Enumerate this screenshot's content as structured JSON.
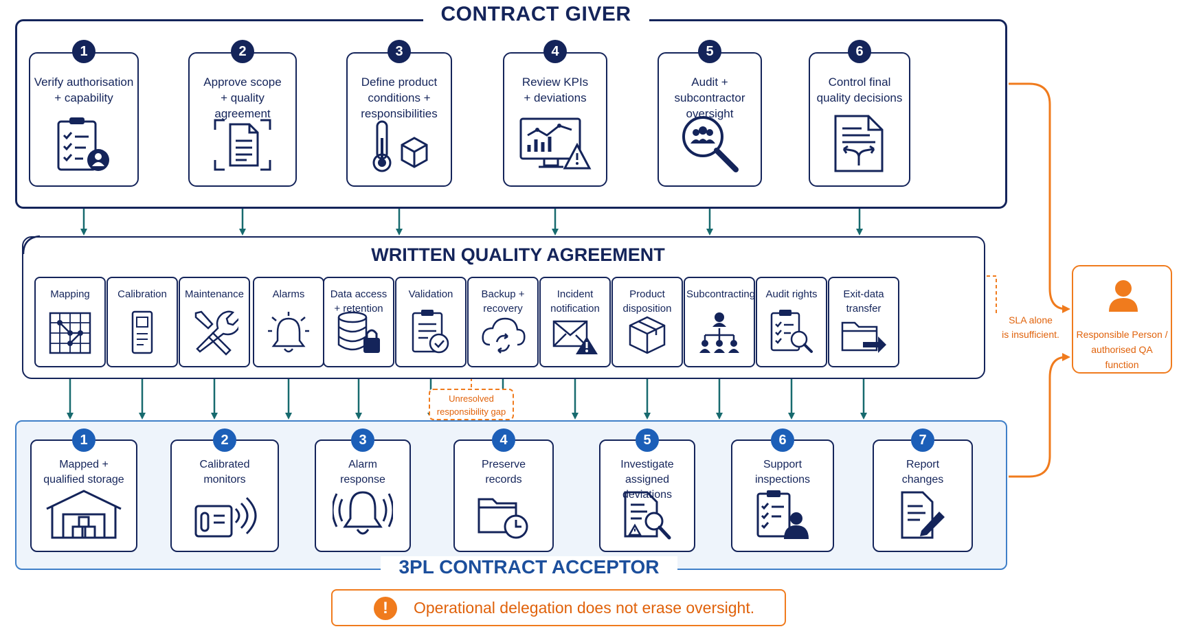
{
  "colors": {
    "navy": "#14245a",
    "teal": "#176a6e",
    "blue": "#1c5fb8",
    "orange": "#f07b1d",
    "acceptor_fill": "#eef4fb"
  },
  "giver": {
    "title": "CONTRACT GIVER",
    "steps": [
      {
        "num": "1",
        "lines": [
          "Verify authorisation",
          "+ capability"
        ],
        "icon": "clipboard-checklist-user-icon"
      },
      {
        "num": "2",
        "lines": [
          "Approve scope",
          "+ quality agreement"
        ],
        "icon": "document-frame-icon"
      },
      {
        "num": "3",
        "lines": [
          "Define product",
          "conditions +",
          "responsibilities"
        ],
        "icon": "thermometer-box-icon"
      },
      {
        "num": "4",
        "lines": [
          "Review KPIs",
          "+ deviations"
        ],
        "icon": "monitor-chart-warning-icon"
      },
      {
        "num": "5",
        "lines": [
          "Audit +",
          "subcontractor",
          "oversight"
        ],
        "icon": "magnifier-people-icon"
      },
      {
        "num": "6",
        "lines": [
          "Control final",
          "quality decisions"
        ],
        "icon": "document-decision-arrows-icon"
      }
    ]
  },
  "agreement": {
    "title": "WRITTEN QUALITY AGREEMENT",
    "items": [
      {
        "lines": [
          "Mapping"
        ],
        "icon": "grid-map-icon"
      },
      {
        "lines": [
          "Calibration"
        ],
        "icon": "device-icon"
      },
      {
        "lines": [
          "Maintenance"
        ],
        "icon": "wrench-screwdriver-icon"
      },
      {
        "lines": [
          "Alarms"
        ],
        "icon": "bell-icon"
      },
      {
        "lines": [
          "Data access",
          "+ retention"
        ],
        "icon": "database-lock-icon"
      },
      {
        "lines": [
          "Validation"
        ],
        "icon": "clipboard-check-icon"
      },
      {
        "lines": [
          "Backup +",
          "recovery"
        ],
        "icon": "cloud-sync-icon"
      },
      {
        "lines": [
          "Incident",
          "notification"
        ],
        "icon": "envelope-warning-icon"
      },
      {
        "lines": [
          "Product",
          "disposition"
        ],
        "icon": "box-icon"
      },
      {
        "lines": [
          "Subcontracting"
        ],
        "icon": "org-chart-icon"
      },
      {
        "lines": [
          "Audit rights"
        ],
        "icon": "clipboard-magnifier-icon"
      },
      {
        "lines": [
          "Exit-data",
          "transfer"
        ],
        "icon": "folder-arrow-icon"
      }
    ]
  },
  "acceptor": {
    "title": "3PL CONTRACT ACCEPTOR",
    "steps": [
      {
        "num": "1",
        "lines": [
          "Mapped +",
          "qualified storage"
        ],
        "icon": "warehouse-icon"
      },
      {
        "num": "2",
        "lines": [
          "Calibrated",
          "monitors"
        ],
        "icon": "sensor-device-icon"
      },
      {
        "num": "3",
        "lines": [
          "Alarm",
          "response"
        ],
        "icon": "ringing-bell-icon"
      },
      {
        "num": "4",
        "lines": [
          "Preserve",
          "records"
        ],
        "icon": "folder-clock-icon"
      },
      {
        "num": "5",
        "lines": [
          "Investigate",
          "assigned",
          "deviations"
        ],
        "icon": "document-magnifier-warning-icon"
      },
      {
        "num": "6",
        "lines": [
          "Support",
          "inspections"
        ],
        "icon": "clipboard-person-icon"
      },
      {
        "num": "7",
        "lines": [
          "Report",
          "changes"
        ],
        "icon": "document-pen-icon"
      }
    ]
  },
  "responsible": {
    "lines": [
      "Responsible Person /",
      "authorised QA function"
    ],
    "icon": "person-icon"
  },
  "sla_note": {
    "lines": [
      "SLA alone",
      "is insufficient."
    ]
  },
  "gap_note": {
    "lines": [
      "Unresolved",
      "responsibility gap"
    ]
  },
  "warning": {
    "icon": "exclamation-icon",
    "text": "Operational delegation does not erase oversight."
  }
}
